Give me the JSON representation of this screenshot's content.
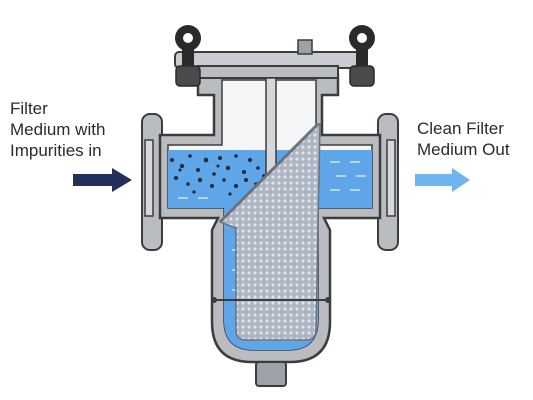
{
  "labels": {
    "inlet": [
      "Filter",
      "Medium with",
      "Impurities in"
    ],
    "outlet": [
      "Clean Filter",
      "Medium Out"
    ]
  },
  "colors": {
    "body_grey": "#b9bcc1",
    "body_light": "#d6d8dc",
    "outline": "#3c3c3c",
    "fluid": "#5ea6e8",
    "fluid_light": "#8cc3f2",
    "mesh": "#9aa2b0",
    "impurities": "#1f2a3a",
    "arrow_in": "#24305a",
    "arrow_out": "#6fb4ef",
    "handle": "#2a2a2a"
  },
  "icons": {
    "inlet_arrow": "arrow-right-icon",
    "outlet_arrow": "arrow-right-icon"
  }
}
